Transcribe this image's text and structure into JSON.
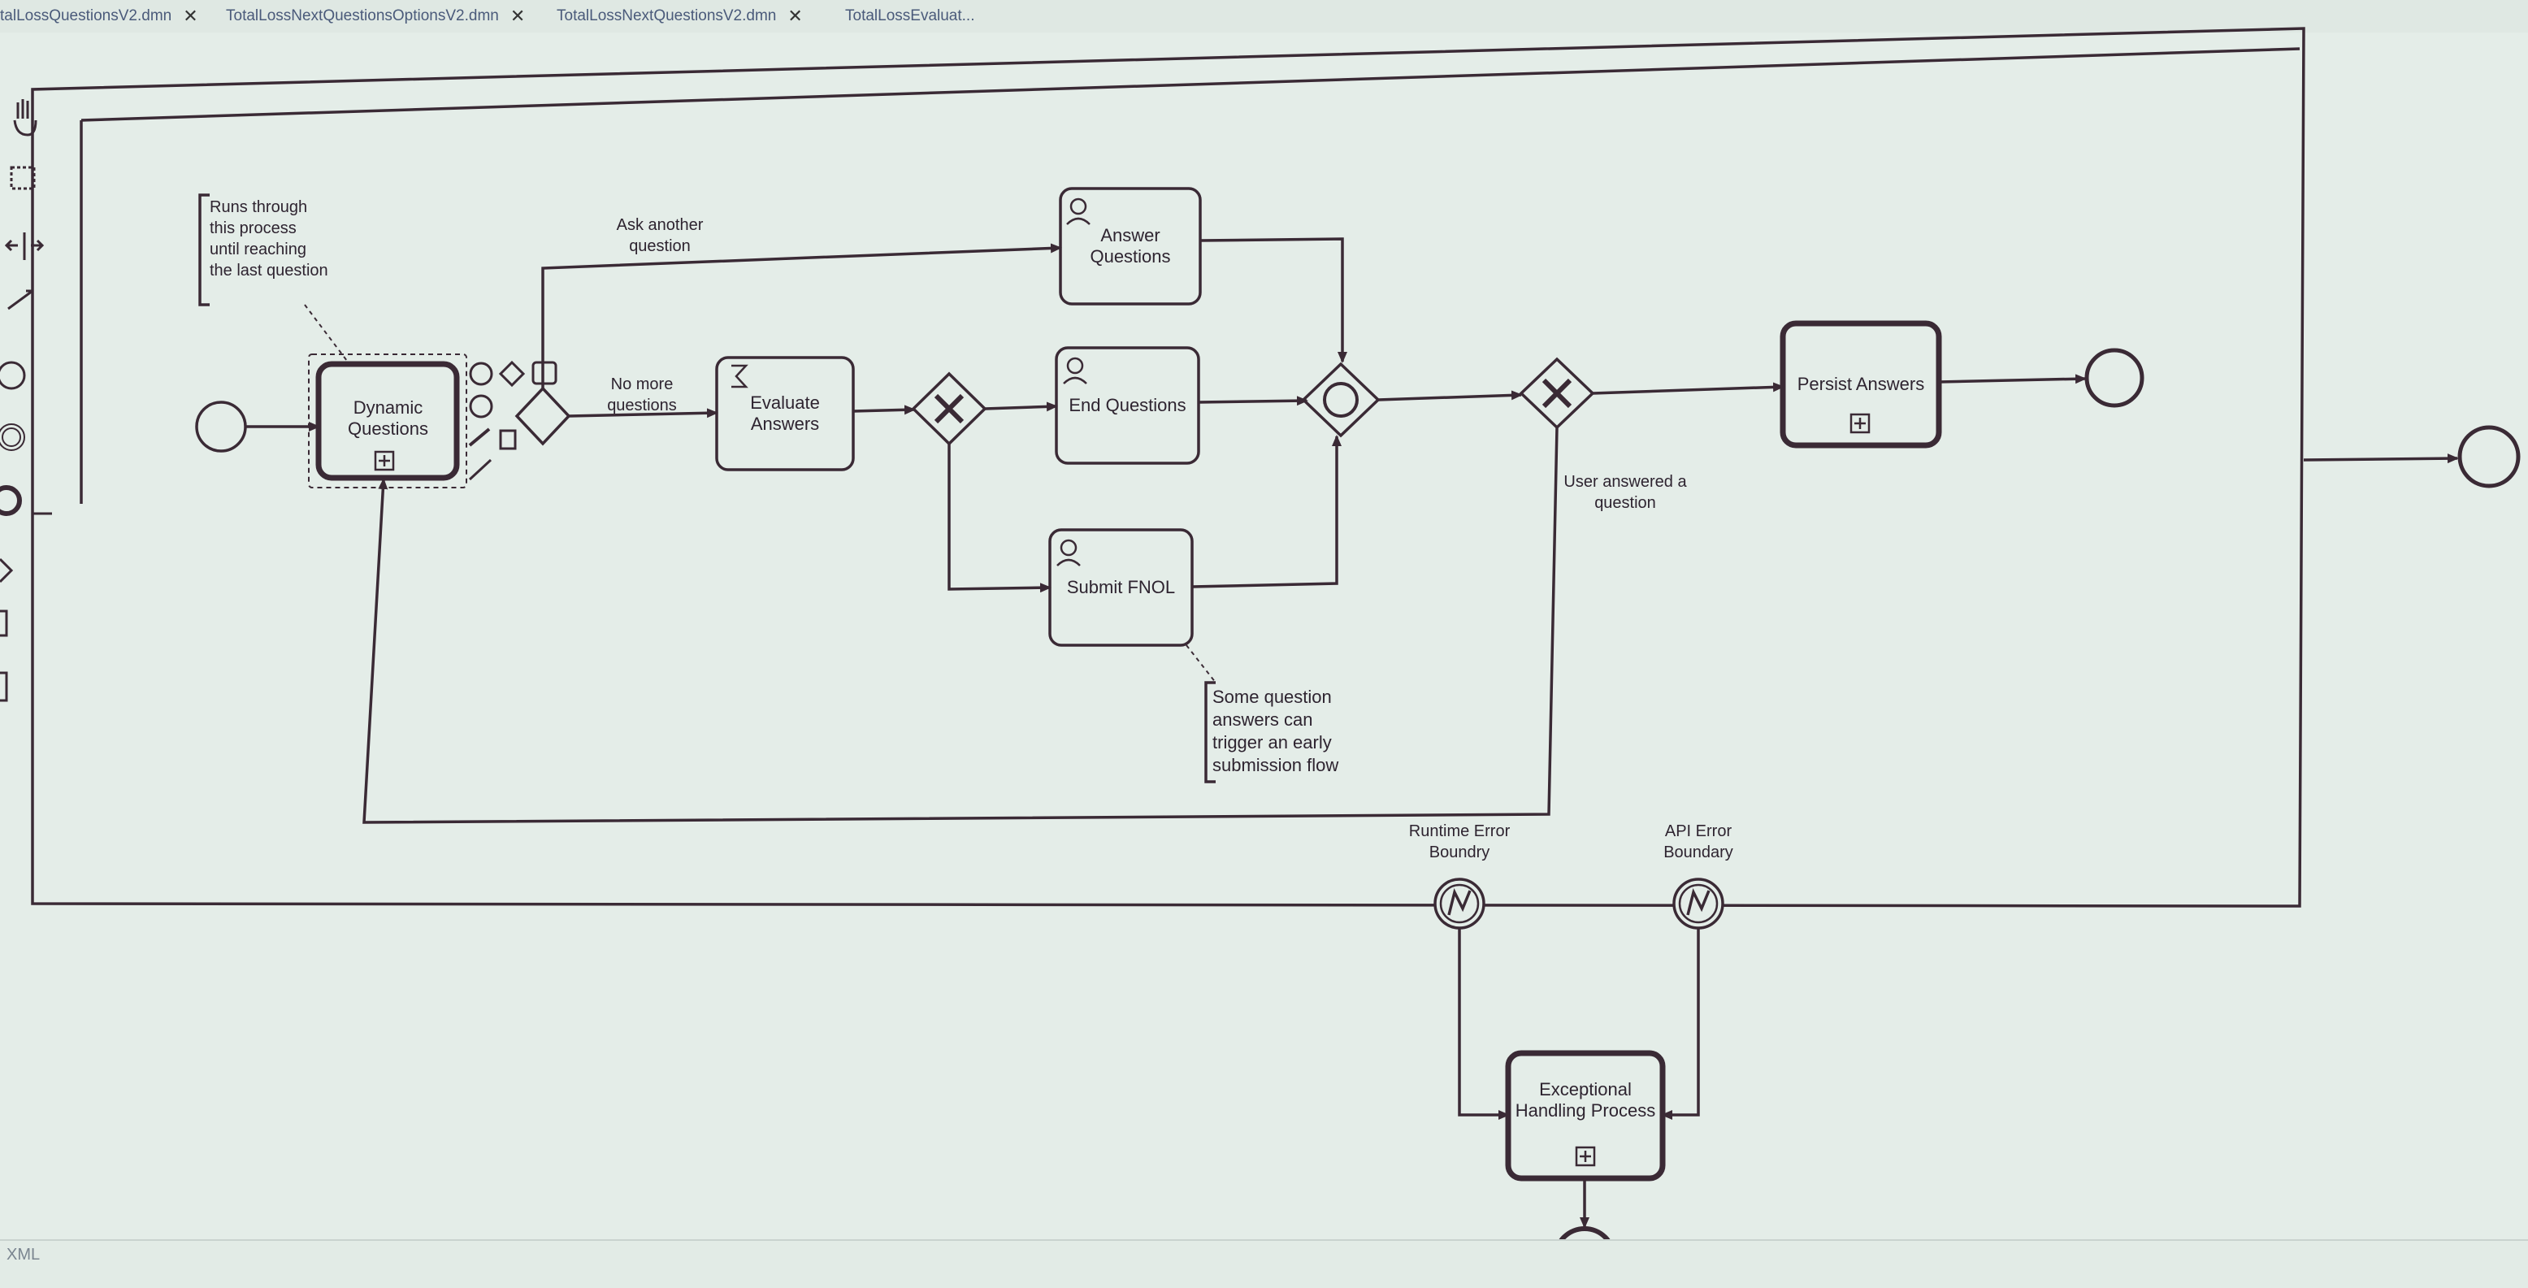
{
  "tabs": [
    {
      "label": "talLossQuestionsV2.dmn"
    },
    {
      "label": "TotalLossNextQuestionsOptionsV2.dmn"
    },
    {
      "label": "TotalLossNextQuestionsV2.dmn"
    },
    {
      "label": "TotalLossEvaluat..."
    }
  ],
  "palette": {
    "tools": [
      "hand-tool-icon",
      "lasso-tool-icon",
      "space-tool-icon",
      "global-connect-icon",
      "start-event-icon",
      "intermediate-event-icon",
      "end-event-icon",
      "gateway-icon",
      "task-icon",
      "subprocess-icon"
    ]
  },
  "diagram": {
    "annotations": {
      "loop_note": [
        "Runs through",
        "this process",
        "until reaching",
        "the last question"
      ],
      "early_note": [
        "Some question",
        "answers can",
        "trigger an early",
        "submission flow"
      ]
    },
    "flow_labels": {
      "ask_another": [
        "Ask another",
        "question"
      ],
      "no_more": [
        "No more",
        "questions"
      ],
      "user_answered": [
        "User answered a",
        "question"
      ]
    },
    "tasks": {
      "dynamic_questions": "Dynamic Questions",
      "evaluate_answers": "Evaluate Answers",
      "answer_questions": "Answer Questions",
      "end_questions": "End Questions",
      "submit_fnol": "Submit FNOL",
      "persist_answers": "Persist Answers",
      "exceptional_handling": "Exceptional Handling Process"
    },
    "boundaries": {
      "runtime_error": [
        "Runtime Error",
        "Boundry"
      ],
      "api_error": [
        "API Error",
        "Boundary"
      ]
    },
    "colors": {
      "stroke": "#3a2a35",
      "background": "#e4ede8"
    }
  },
  "status_bar": {
    "xml_tab": "XML"
  }
}
